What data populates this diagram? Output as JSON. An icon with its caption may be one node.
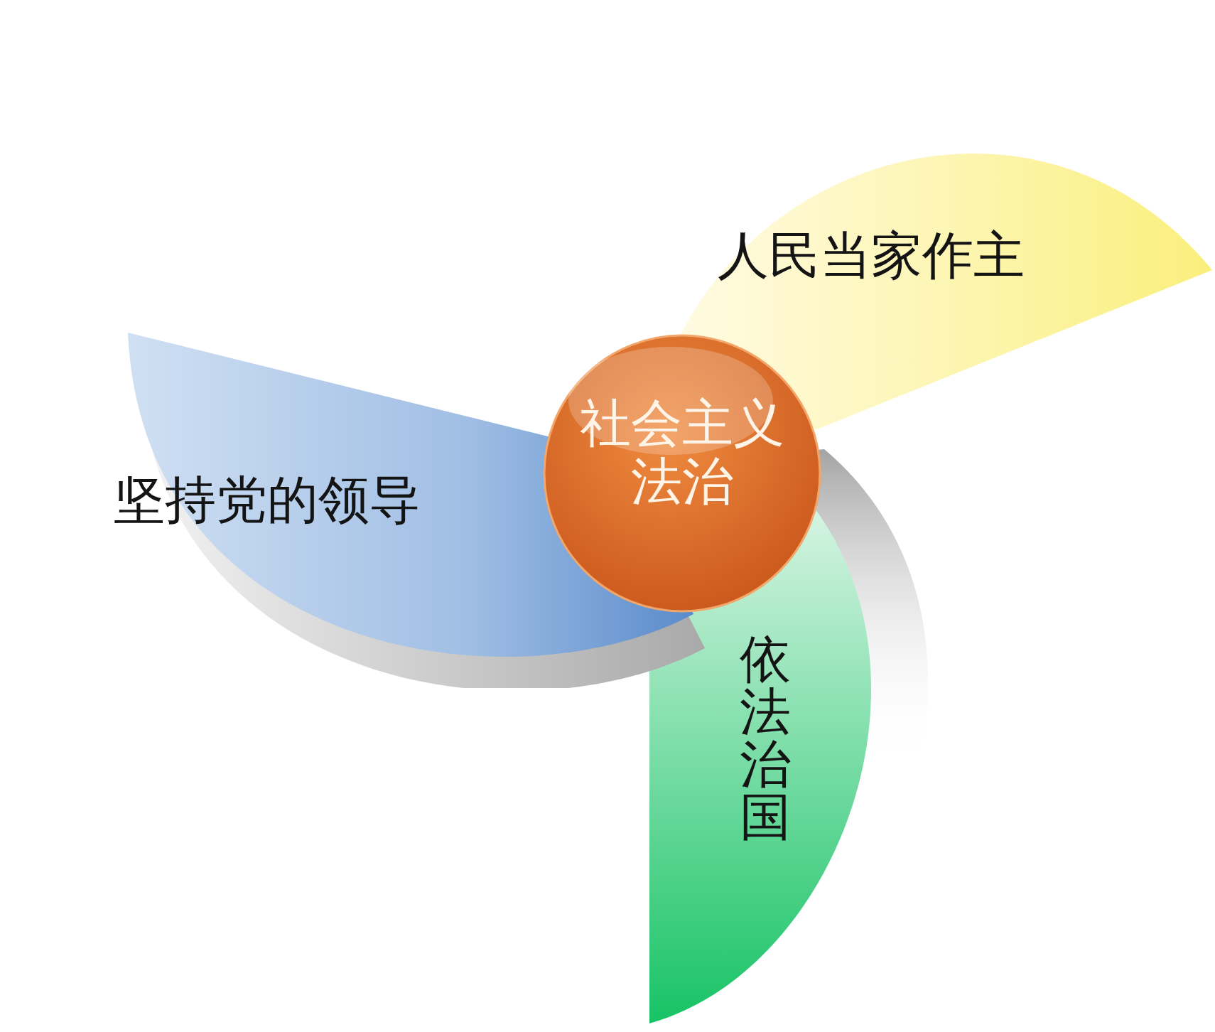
{
  "diagram": {
    "nodes": [
      {
        "text": [
          "人民当家作主"
        ]
      },
      {
        "text": [
          "社会主义法治"
        ]
      },
      {
        "text": [
          "坚持党的领导"
        ]
      },
      {
        "text": [
          "依法治国"
        ]
      }
    ]
  }
}
